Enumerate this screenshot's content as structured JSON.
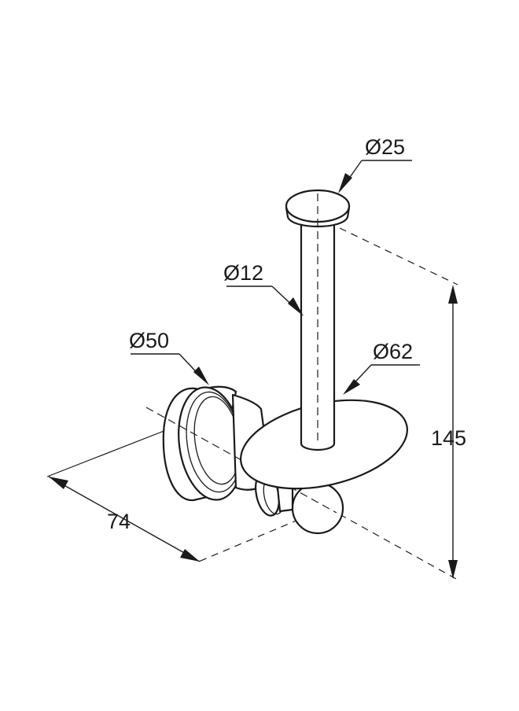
{
  "labels": {
    "top_cap_diameter": "Ø25",
    "rod_diameter": "Ø12",
    "wall_rosette_diameter": "Ø50",
    "plate_diameter": "Ø62",
    "projection_depth": "74",
    "overall_height": "145"
  },
  "colors": {
    "line": "#1a1a1a",
    "background": "#ffffff"
  }
}
